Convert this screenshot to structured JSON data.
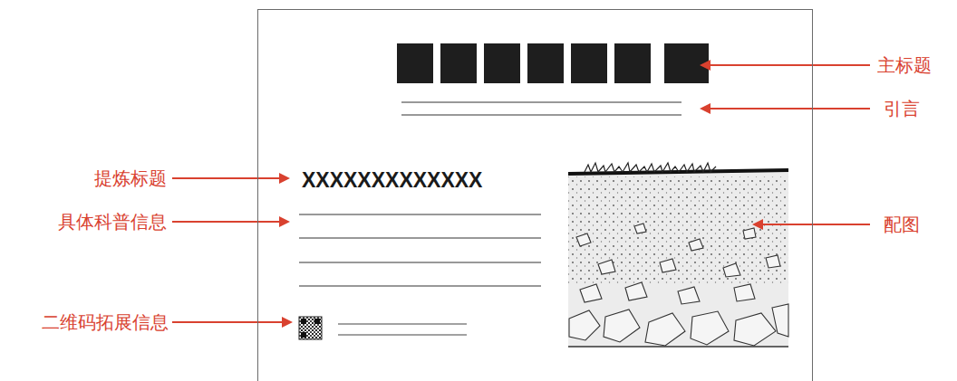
{
  "diagram": {
    "nodes": [
      {
        "text": [
          "XXXXXXXXXXXXX"
        ]
      }
    ],
    "labels": [
      "主标题",
      "引言",
      "提炼标题",
      "具体科普信息",
      "二维码拓展信息",
      "配图"
    ]
  }
}
